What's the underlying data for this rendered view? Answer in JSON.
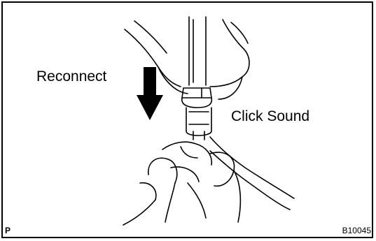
{
  "labels": {
    "reconnect": "Reconnect",
    "click_sound": "Click Sound"
  },
  "corner": {
    "left": "P",
    "right": "B10045"
  },
  "icons": {
    "arrow": "down-arrow-icon"
  },
  "colors": {
    "line": "#000000",
    "background": "#ffffff"
  }
}
